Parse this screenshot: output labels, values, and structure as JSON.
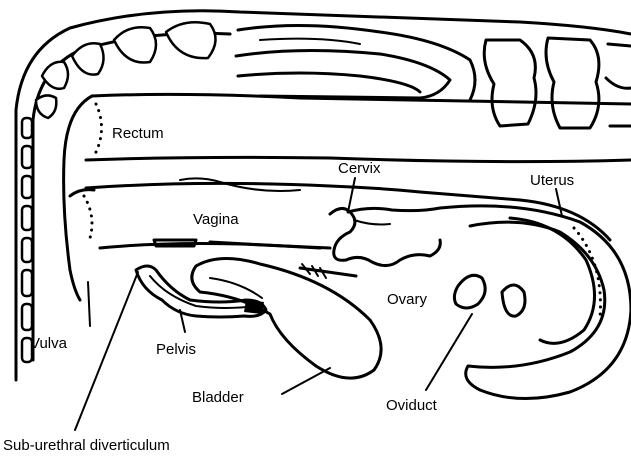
{
  "labels": {
    "rectum": "Rectum",
    "cervix": "Cervix",
    "uterus": "Uterus",
    "vagina": "Vagina",
    "ovary": "Ovary",
    "vulva": "Vulva",
    "pelvis": "Pelvis",
    "bladder": "Bladder",
    "oviduct": "Oviduct",
    "sub_urethral_diverticulum": "Sub-urethral diverticulum"
  }
}
